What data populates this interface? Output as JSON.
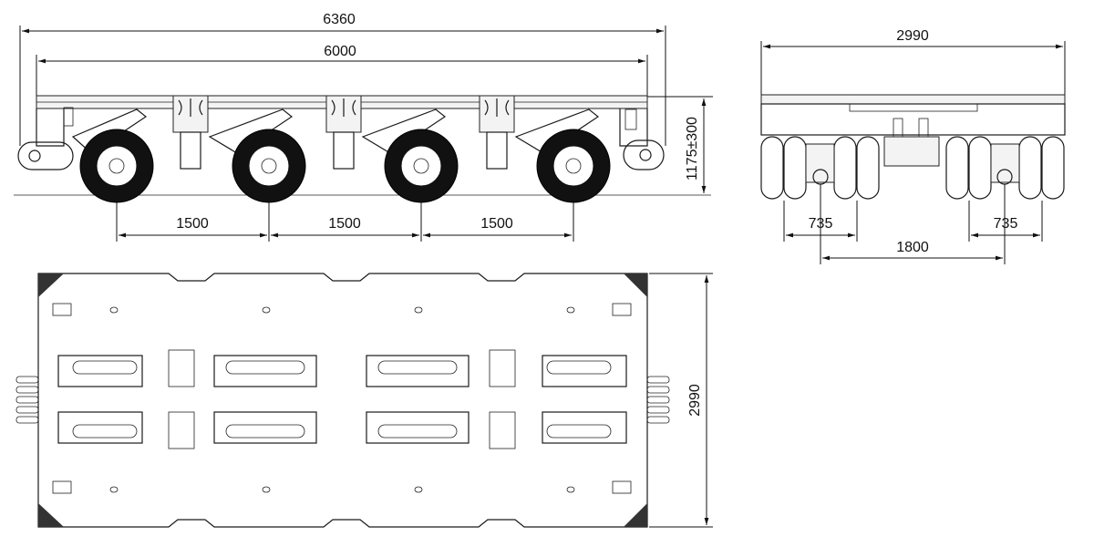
{
  "side_view": {
    "overall_length": "6360",
    "frame_length": "6000",
    "height": "1175±300",
    "axle_spacing": [
      "1500",
      "1500",
      "1500"
    ]
  },
  "end_view": {
    "width": "2990",
    "left_pair": "735",
    "right_pair": "735",
    "track": "1800"
  },
  "plan_view": {
    "width": "2990"
  },
  "colors": {
    "ink": "#1a1a1a",
    "paper": "#ffffff"
  }
}
